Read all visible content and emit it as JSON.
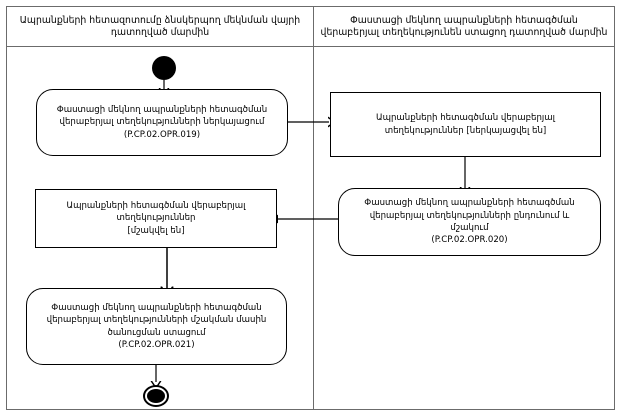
{
  "diagram": {
    "type": "uml-activity-diagram",
    "background": "#ffffff",
    "line_color": "#000000",
    "frame_color": "#6b6b6b"
  },
  "lanes": [
    {
      "id": "left",
      "header_lines": [
        "Ապրանքների հետազոտումը ձնսկերպող  մեկնման վայրի",
        "դատողված մարմին"
      ]
    },
    {
      "id": "right",
      "header_lines": [
        "Փաստացի մեկնող ապրանքների հետագծման վերաբերյալ",
        "տեղեկությունեն ստացող դատողված մարմին"
      ]
    }
  ],
  "nodes": [
    {
      "id": "initial",
      "kind": "initial-node",
      "label": ""
    },
    {
      "id": "act-019",
      "kind": "action",
      "lane": "left",
      "lines": [
        "Փաստացի մեկնող ապրանքների հետագծման",
        "վերաբերյալ տեղեկությունների ներկայացում",
        "(P.CP.02.OPR.019)"
      ]
    },
    {
      "id": "obj-presented",
      "kind": "object",
      "lane": "right",
      "lines": [
        "Ապրանքների հետագծման վերաբերյալ",
        "տեղեկություններ [ներկայացվել են]"
      ]
    },
    {
      "id": "act-020",
      "kind": "action",
      "lane": "right",
      "lines": [
        "Փաստացի մեկնող ապրանքների հետագծման",
        "վերաբերյալ տեղեկությունների ընդունում և",
        "մշակում",
        "(P.CP.02.OPR.020)"
      ]
    },
    {
      "id": "obj-processed",
      "kind": "object",
      "lane": "left",
      "lines": [
        "Ապրանքների հետագծման վերաբերյալ",
        "տեղեկություններ",
        "[մշակվել են]"
      ]
    },
    {
      "id": "act-021",
      "kind": "action",
      "lane": "left",
      "lines": [
        "Փաստացի մեկնող ապրանքների հետագծման",
        "վերաբերյալ տեղեկությունների մշակման մասին",
        "ծանուցման ստացում",
        "(P.CP.02.OPR.021)"
      ]
    },
    {
      "id": "final",
      "kind": "final-node",
      "label": ""
    }
  ],
  "edges": [
    {
      "from": "initial",
      "to": "act-019",
      "direction": "down"
    },
    {
      "from": "act-019",
      "to": "obj-presented",
      "direction": "right"
    },
    {
      "from": "obj-presented",
      "to": "act-020",
      "direction": "down"
    },
    {
      "from": "act-020",
      "to": "obj-processed",
      "direction": "left"
    },
    {
      "from": "obj-processed",
      "to": "act-021",
      "direction": "down"
    },
    {
      "from": "act-021",
      "to": "final",
      "direction": "down"
    }
  ]
}
